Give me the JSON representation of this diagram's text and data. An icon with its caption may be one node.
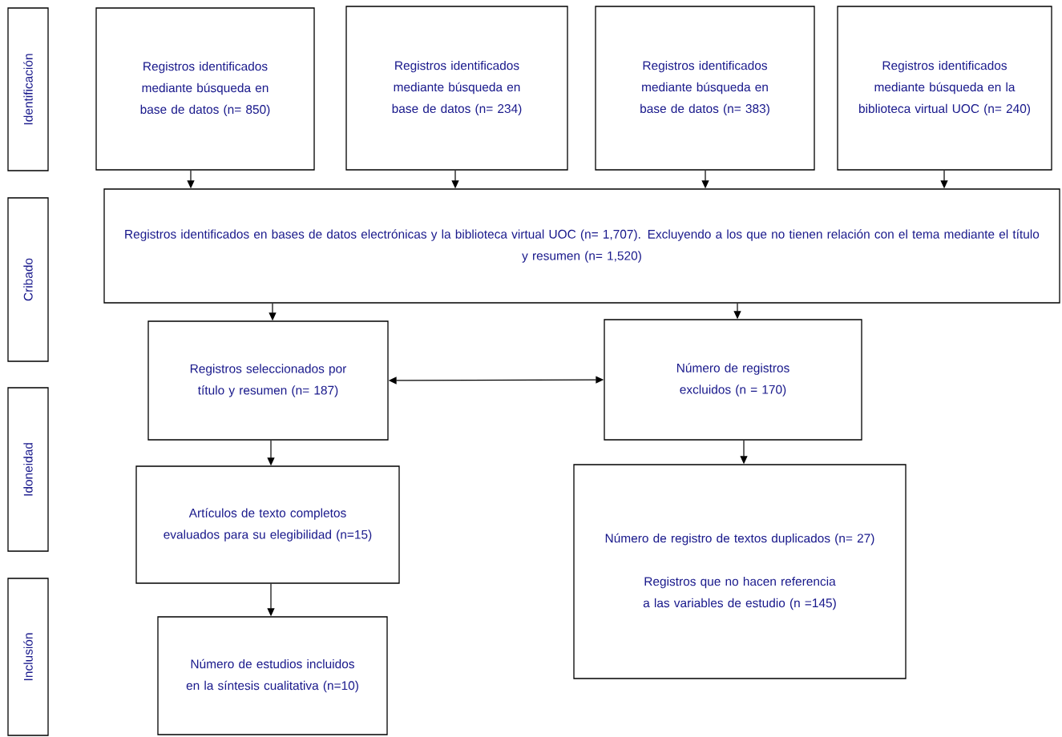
{
  "diagram": {
    "nodes": [
      {
        "text": [
          "Identificación"
        ]
      },
      {
        "text": [
          "Cribado"
        ]
      },
      {
        "text": [
          "Idoneidad"
        ]
      },
      {
        "text": [
          "Inclusión"
        ]
      },
      {
        "text": [
          "Registros identificados mediante búsqueda en base de datos (n= 850)"
        ]
      },
      {
        "text": [
          "Registros identificados mediante búsqueda en base de datos (n= 234)"
        ]
      },
      {
        "text": [
          "Registros identificados mediante búsqueda en base de datos (n= 383)"
        ]
      },
      {
        "text": [
          "Registros identificados mediante búsqueda en la biblioteca virtual UOC (n= 240)"
        ]
      },
      {
        "text": [
          "Registros identificados en bases de datos electrónicas y la biblioteca virtual UOC (n= 1,707). Excluyendo a los que no tienen relación con el tema mediante el título y resumen (n= 1,520)"
        ]
      },
      {
        "text": [
          "Registros seleccionados por título y resumen (n= 187)"
        ]
      },
      {
        "text": [
          "Número de registros excluidos (n = 170)"
        ]
      },
      {
        "text": [
          "Artículos de texto completos evaluados para su elegibilidad (n=15)"
        ]
      },
      {
        "text": [
          "Número de registro de textos duplicados (n= 27)",
          "Registros que no hacen referencia a las variables de estudio (n =145)"
        ]
      },
      {
        "text": [
          "Número de estudios incluidos en la síntesis cualitativa (n=10)"
        ]
      }
    ],
    "edges": [
      {
        "from": 4,
        "to": 8,
        "arrow": "to"
      },
      {
        "from": 5,
        "to": 8,
        "arrow": "to"
      },
      {
        "from": 6,
        "to": 8,
        "arrow": "to"
      },
      {
        "from": 7,
        "to": 8,
        "arrow": "to"
      },
      {
        "from": 8,
        "to": 9,
        "arrow": "to"
      },
      {
        "from": 8,
        "to": 10,
        "arrow": "to"
      },
      {
        "from": 9,
        "to": 10,
        "arrow": "both"
      },
      {
        "from": 9,
        "to": 11,
        "arrow": "to"
      },
      {
        "from": 10,
        "to": 12,
        "arrow": "to"
      },
      {
        "from": 11,
        "to": 13,
        "arrow": "to"
      }
    ]
  }
}
